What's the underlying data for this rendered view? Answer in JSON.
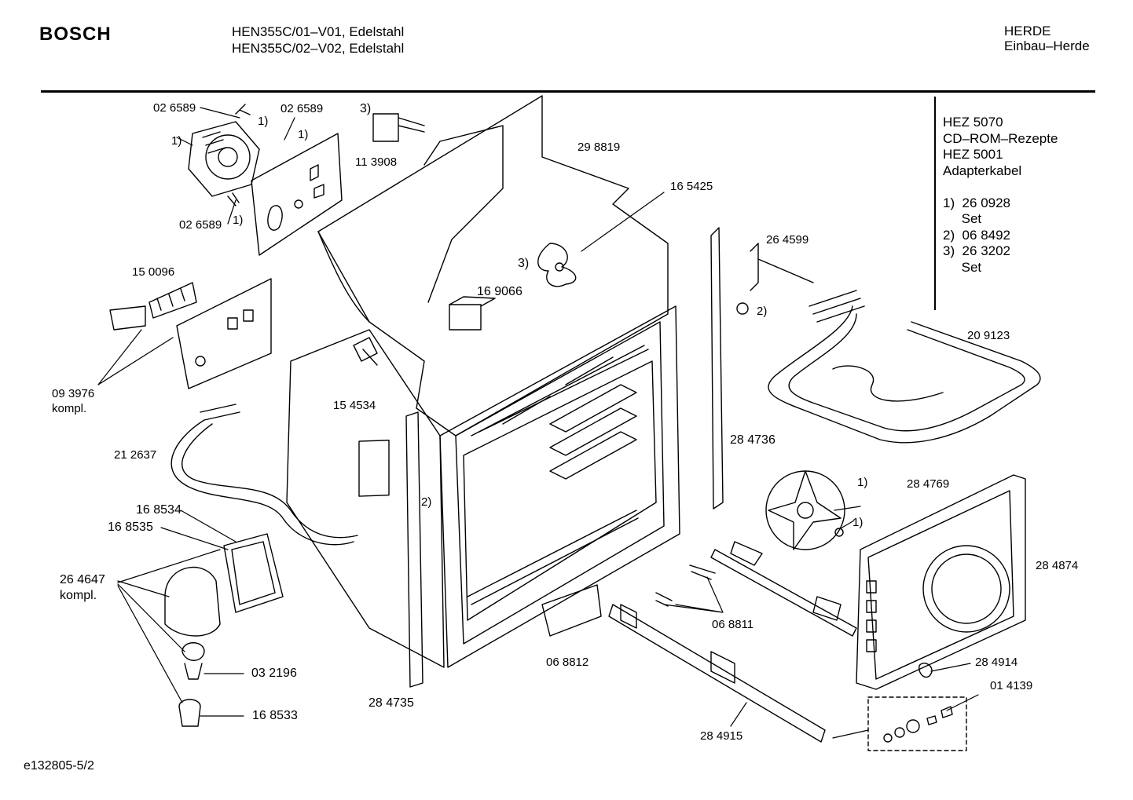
{
  "header": {
    "brand": "BOSCH",
    "model_lines": [
      "HEN355C/01–V01, Edelstahl",
      "HEN355C/02–V02, Edelstahl"
    ],
    "category_lines": [
      "HERDE",
      "Einbau–Herde"
    ]
  },
  "legend": {
    "lines": [
      "HEZ 5070",
      "CD–ROM–Rezepte",
      "HEZ 5001",
      "Adapterkabel",
      "",
      "1)  26 0928",
      "     Set",
      "2)  06 8492",
      "3)  26 3202",
      "     Set"
    ]
  },
  "footer": {
    "code": "e132805-5/2"
  },
  "parts": {
    "p026589_a": "02 6589",
    "fn1_a": "1)",
    "p026589_b": "02 6589",
    "fn1_b": "1)",
    "fn1_c": "1)",
    "p026589_c": "02 6589",
    "fn1_d": "1)",
    "fn3_a": "3)",
    "p113908": "11 3908",
    "p298819": "29 8819",
    "p165425": "16 5425",
    "fn3_b": "3)",
    "p150096": "15 0096",
    "p169066": "16 9066",
    "p264599": "26 4599",
    "fn2_a": "2)",
    "p209123": "20 9123",
    "p093976": "09 3976",
    "kompl_a": "kompl.",
    "p154534": "15 4534",
    "p284736": "28 4736",
    "p212637": "21 2637",
    "fn2_b": "2)",
    "p284769": "28 4769",
    "fn1_e": "1)",
    "fn1_f": "1)",
    "p168534": "16 8534",
    "p168535": "16 8535",
    "p264647": "26 4647",
    "kompl_b": "kompl.",
    "p284874": "28 4874",
    "p068811": "06 8811",
    "p068812": "06 8812",
    "p032196": "03 2196",
    "p284914": "28 4914",
    "p014139": "01 4139",
    "p284735": "28 4735",
    "p168533": "16 8533",
    "p284915": "28 4915"
  }
}
